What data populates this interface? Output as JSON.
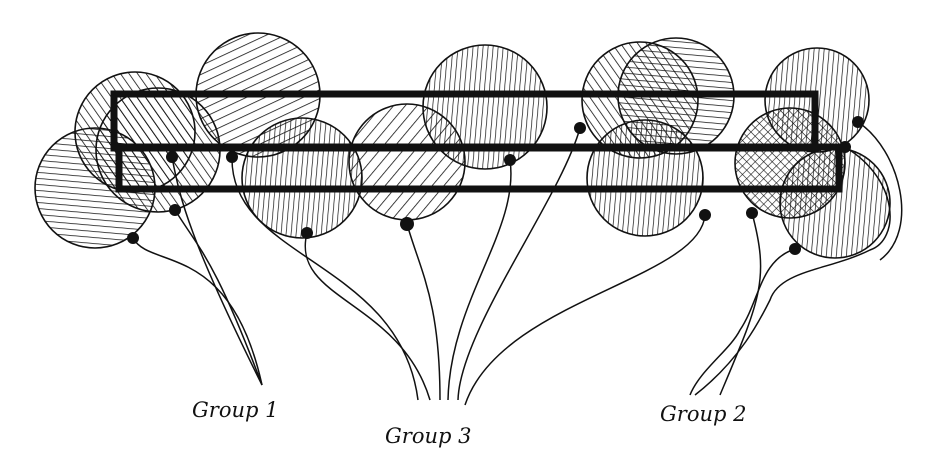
{
  "labels": {
    "group1": "Group 1",
    "group3": "Group 3",
    "group2": "Group 2"
  },
  "colors": {
    "ink": "#111111",
    "paper": "#ffffff"
  }
}
